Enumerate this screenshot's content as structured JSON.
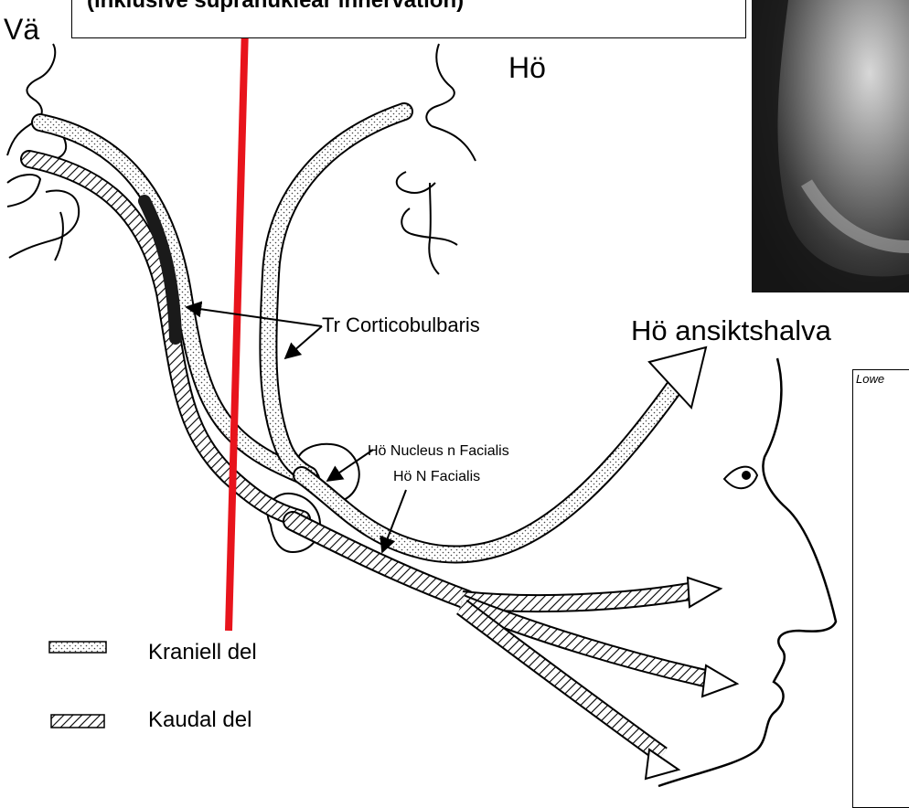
{
  "title": "(inklusive supranukleär innervation)",
  "side_labels": {
    "left": "Vä",
    "right": "Hö"
  },
  "face_label": "Hö ansiktshalva",
  "annotations": {
    "tract": "Tr Corticobulbaris",
    "nucleus": "Hö Nucleus n Facialis",
    "nerve": "Hö N Facialis"
  },
  "legend": {
    "items": [
      {
        "label": "Kraniell del",
        "pattern": "dotted"
      },
      {
        "label": "Kaudal del",
        "pattern": "hatched"
      }
    ]
  },
  "inset": {
    "label": "Lowe"
  },
  "colors": {
    "lesion_line": "#e8141c",
    "ink": "#000000",
    "photo_dark": "#1a1a1a"
  }
}
